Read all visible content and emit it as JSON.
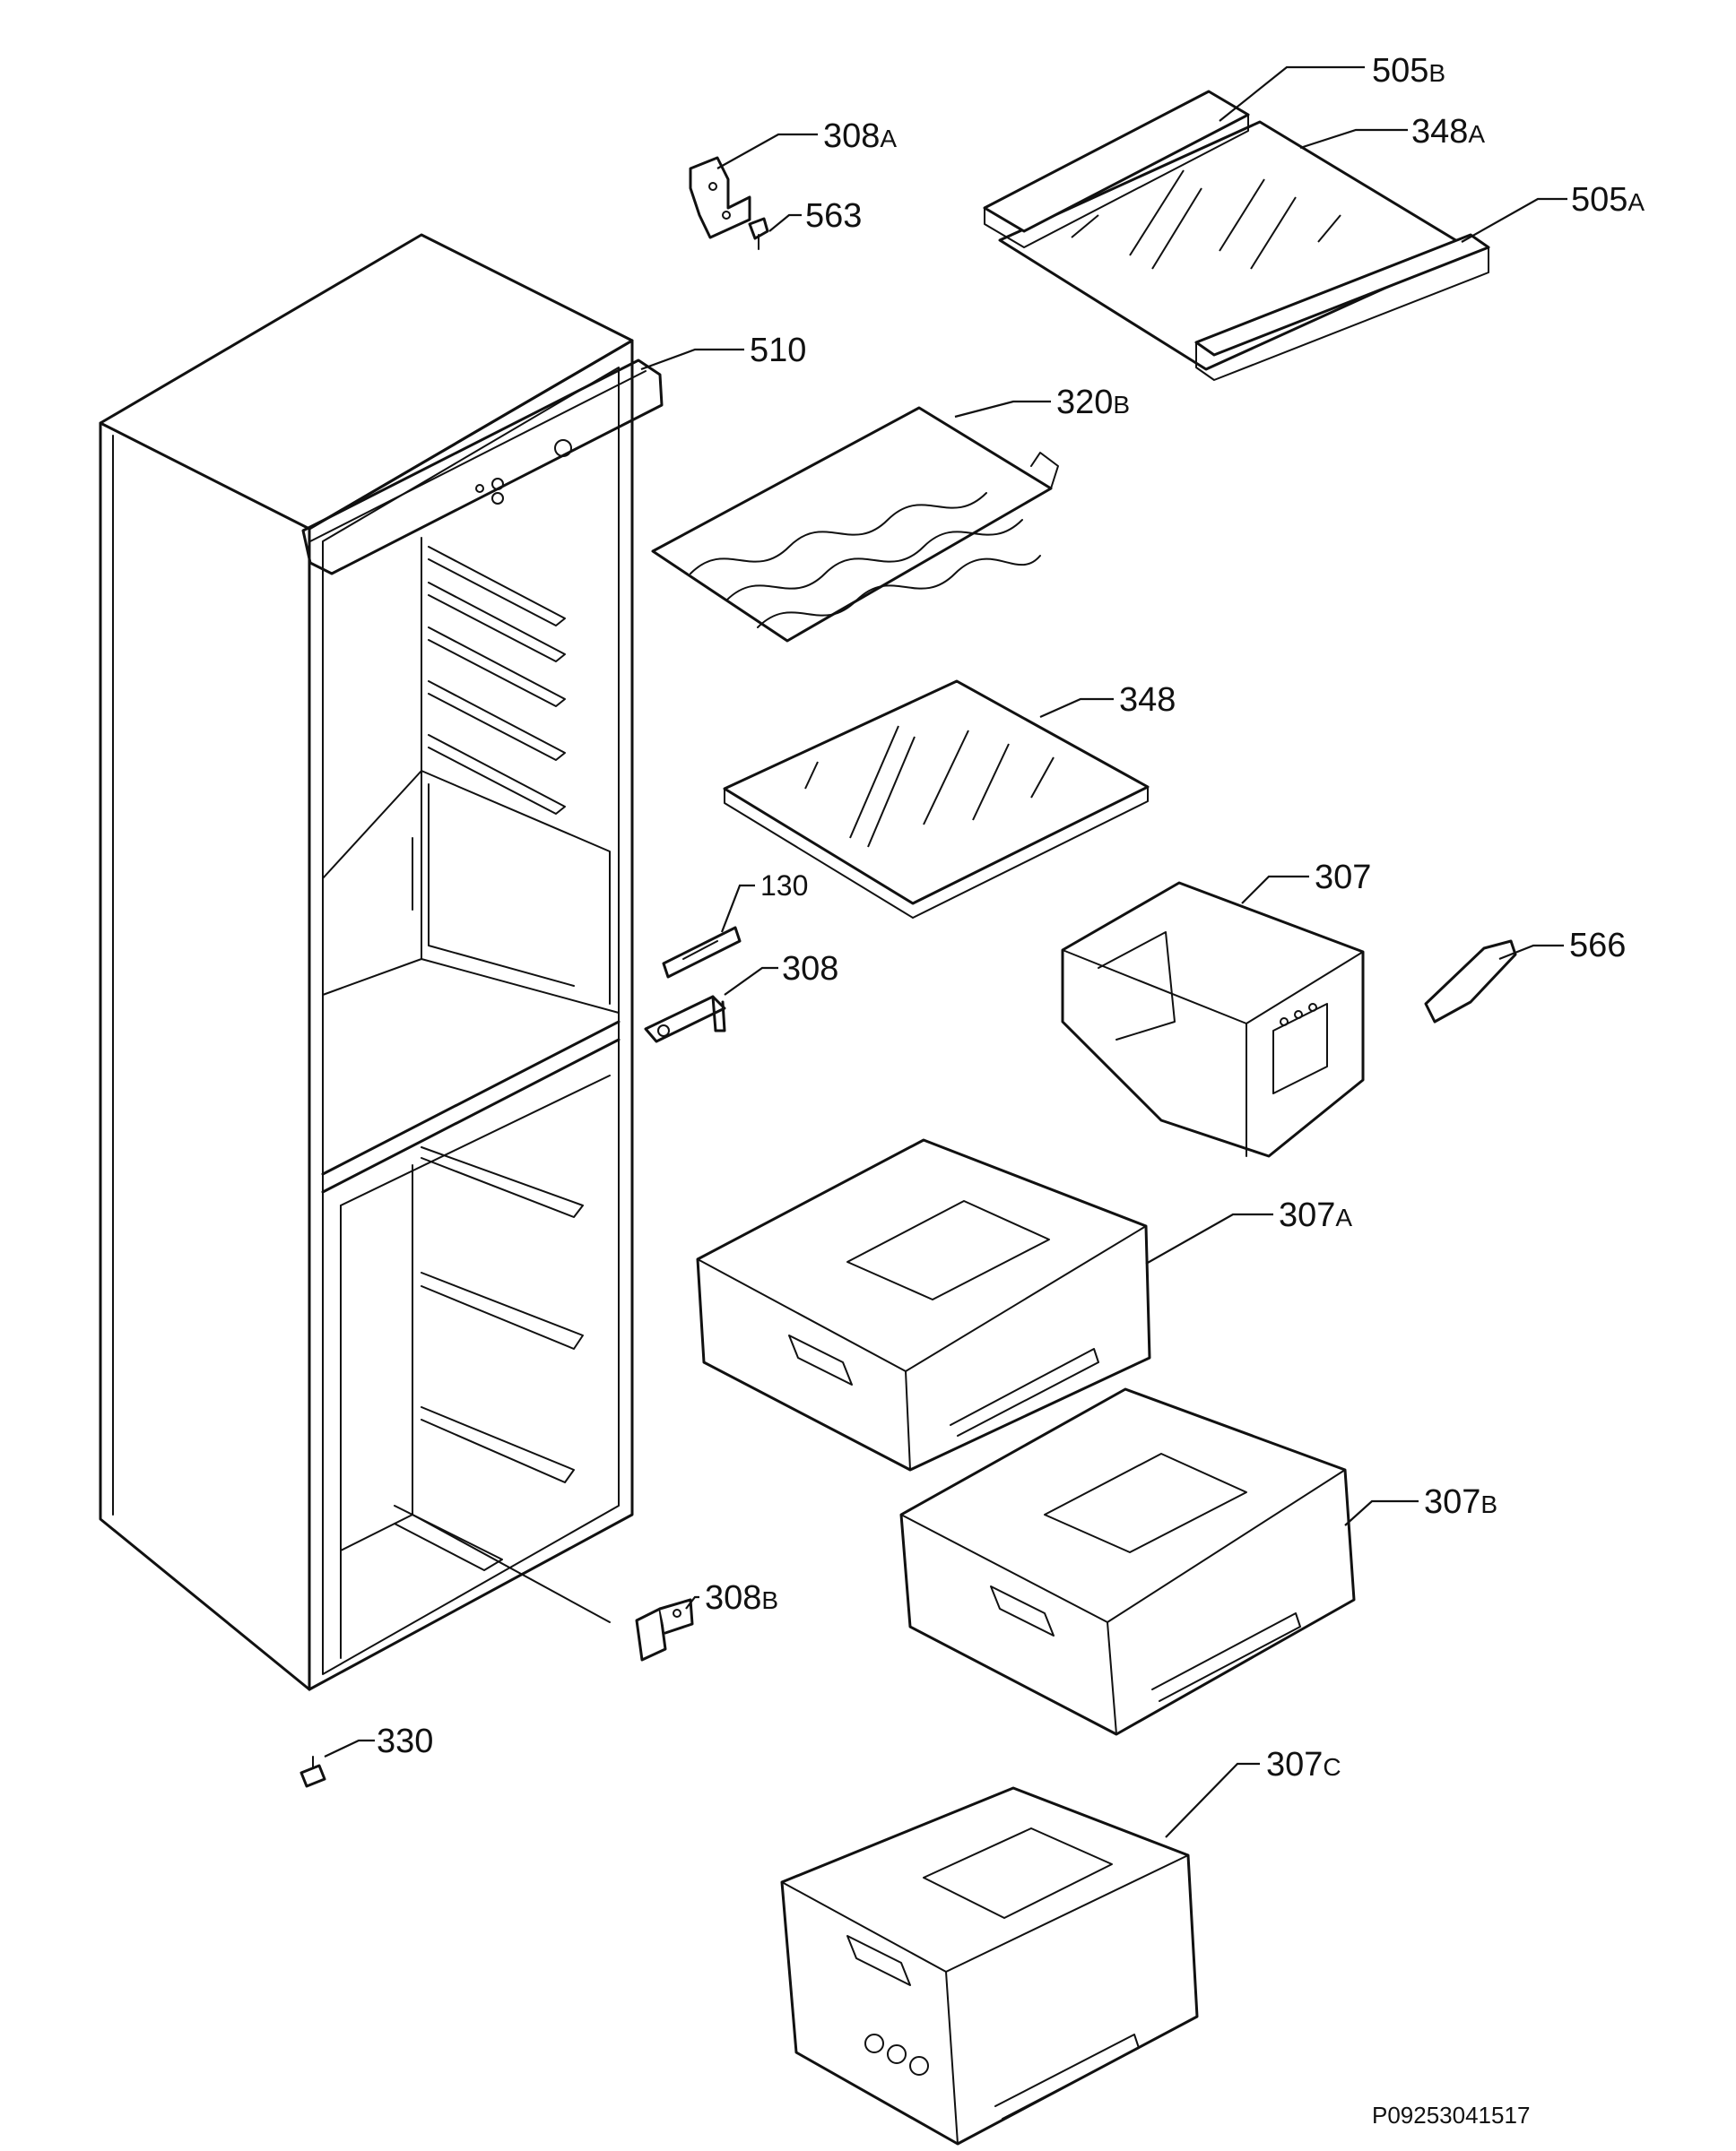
{
  "drawing_code": "P09253041517",
  "parts": {
    "p505b": {
      "num": "505",
      "suffix": "B"
    },
    "p348a": {
      "num": "348",
      "suffix": "A"
    },
    "p505a": {
      "num": "505",
      "suffix": "A"
    },
    "p308a": {
      "num": "308",
      "suffix": "A"
    },
    "p563": {
      "num": "563",
      "suffix": ""
    },
    "p510": {
      "num": "510",
      "suffix": ""
    },
    "p320b": {
      "num": "320",
      "suffix": "B"
    },
    "p348": {
      "num": "348",
      "suffix": ""
    },
    "p130": {
      "num": "130",
      "suffix": ""
    },
    "p308": {
      "num": "308",
      "suffix": ""
    },
    "p307": {
      "num": "307",
      "suffix": ""
    },
    "p566": {
      "num": "566",
      "suffix": ""
    },
    "p307a": {
      "num": "307",
      "suffix": "A"
    },
    "p307b": {
      "num": "307",
      "suffix": "B"
    },
    "p308b": {
      "num": "308",
      "suffix": "B"
    },
    "p330": {
      "num": "330",
      "suffix": ""
    },
    "p307c": {
      "num": "307",
      "suffix": "C"
    }
  }
}
